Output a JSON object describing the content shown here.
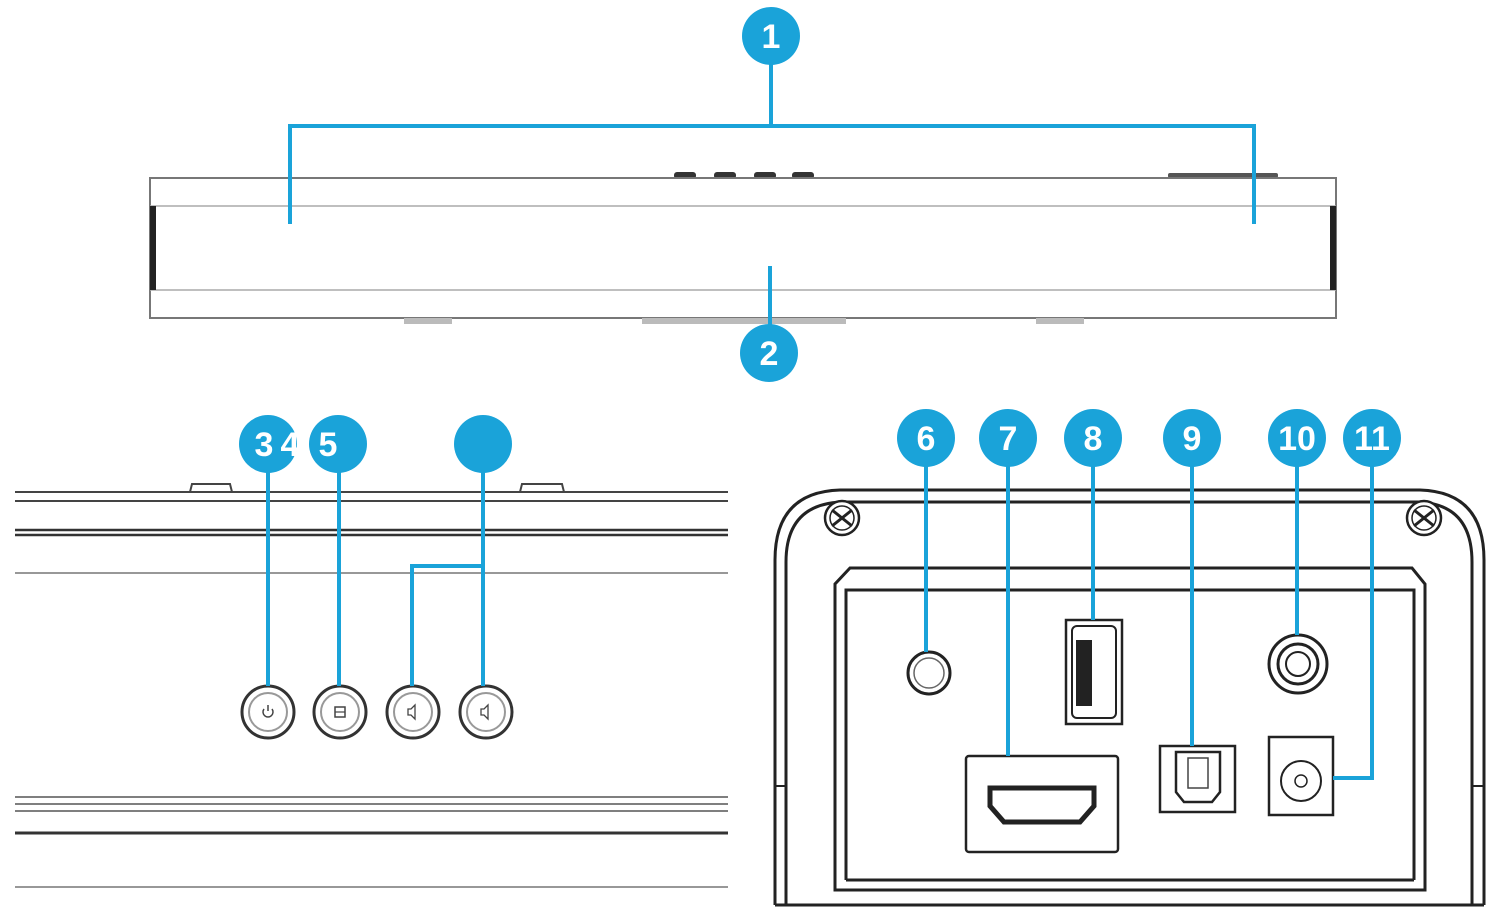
{
  "colors": {
    "accent": "#1aa3d9",
    "line": "#2a2a2a",
    "light_line": "#8a8a8a",
    "background": "#ffffff"
  },
  "callouts": {
    "c1": "1",
    "c2": "2",
    "c3": "3",
    "c4": "4",
    "c5": "5",
    "c6": "6",
    "c7": "7",
    "c8": "8",
    "c9": "9",
    "c10": "10",
    "c11": "11",
    "c_unlabeled": ""
  },
  "icons": {
    "button_3": "power-icon",
    "button_4": "input-source-icon",
    "button_5": "volume-down-icon",
    "button_6": "volume-up-icon",
    "port_6": "aux-in-port-icon",
    "port_7": "hdmi-port-icon",
    "port_8": "usb-port-icon",
    "port_9": "optical-port-icon",
    "port_10": "audio-jack-icon",
    "port_11": "dc-power-port-icon"
  }
}
